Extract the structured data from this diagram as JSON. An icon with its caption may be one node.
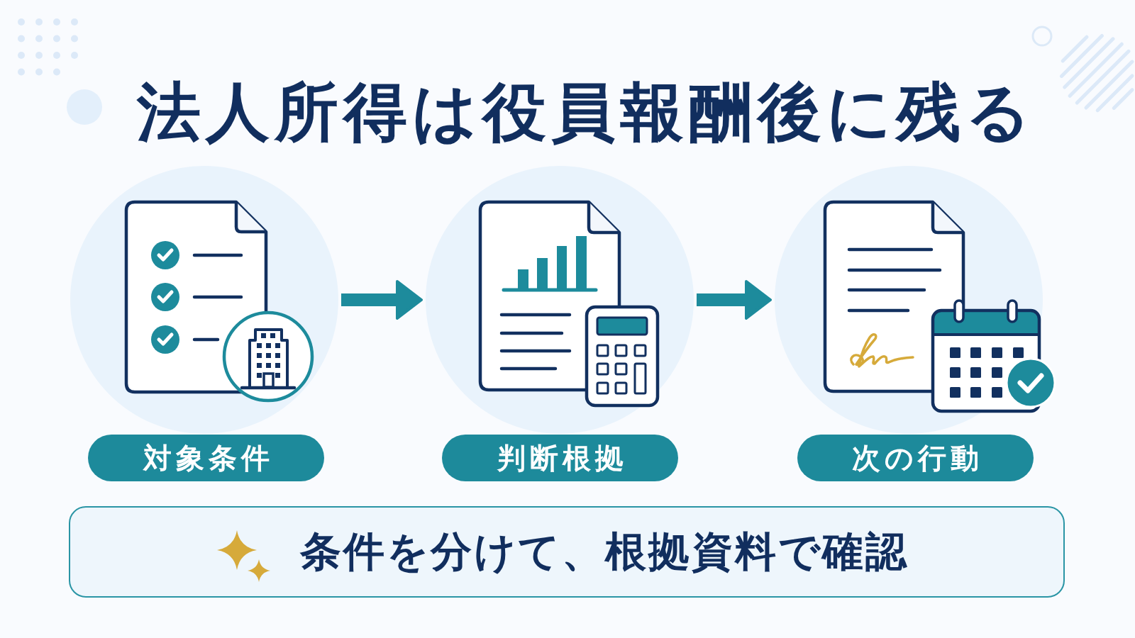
{
  "diagram": {
    "title": "法人所得は役員報酬後に残る",
    "nodes": [
      {
        "text": [],
        "shape": "picture"
      },
      {
        "text": [],
        "shape": "picture"
      },
      {
        "text": [],
        "shape": "picture"
      },
      {
        "text": [
          "対象条件"
        ]
      },
      {
        "text": [
          "判断根拠"
        ]
      },
      {
        "text": [
          "次の行動"
        ]
      },
      {
        "text": [
          "条件を分けて、根拠資料で確認"
        ]
      }
    ],
    "edges": [
      {
        "from": 0,
        "to": 1,
        "arrow": "to"
      },
      {
        "from": 1,
        "to": 2,
        "arrow": "to"
      }
    ]
  }
}
